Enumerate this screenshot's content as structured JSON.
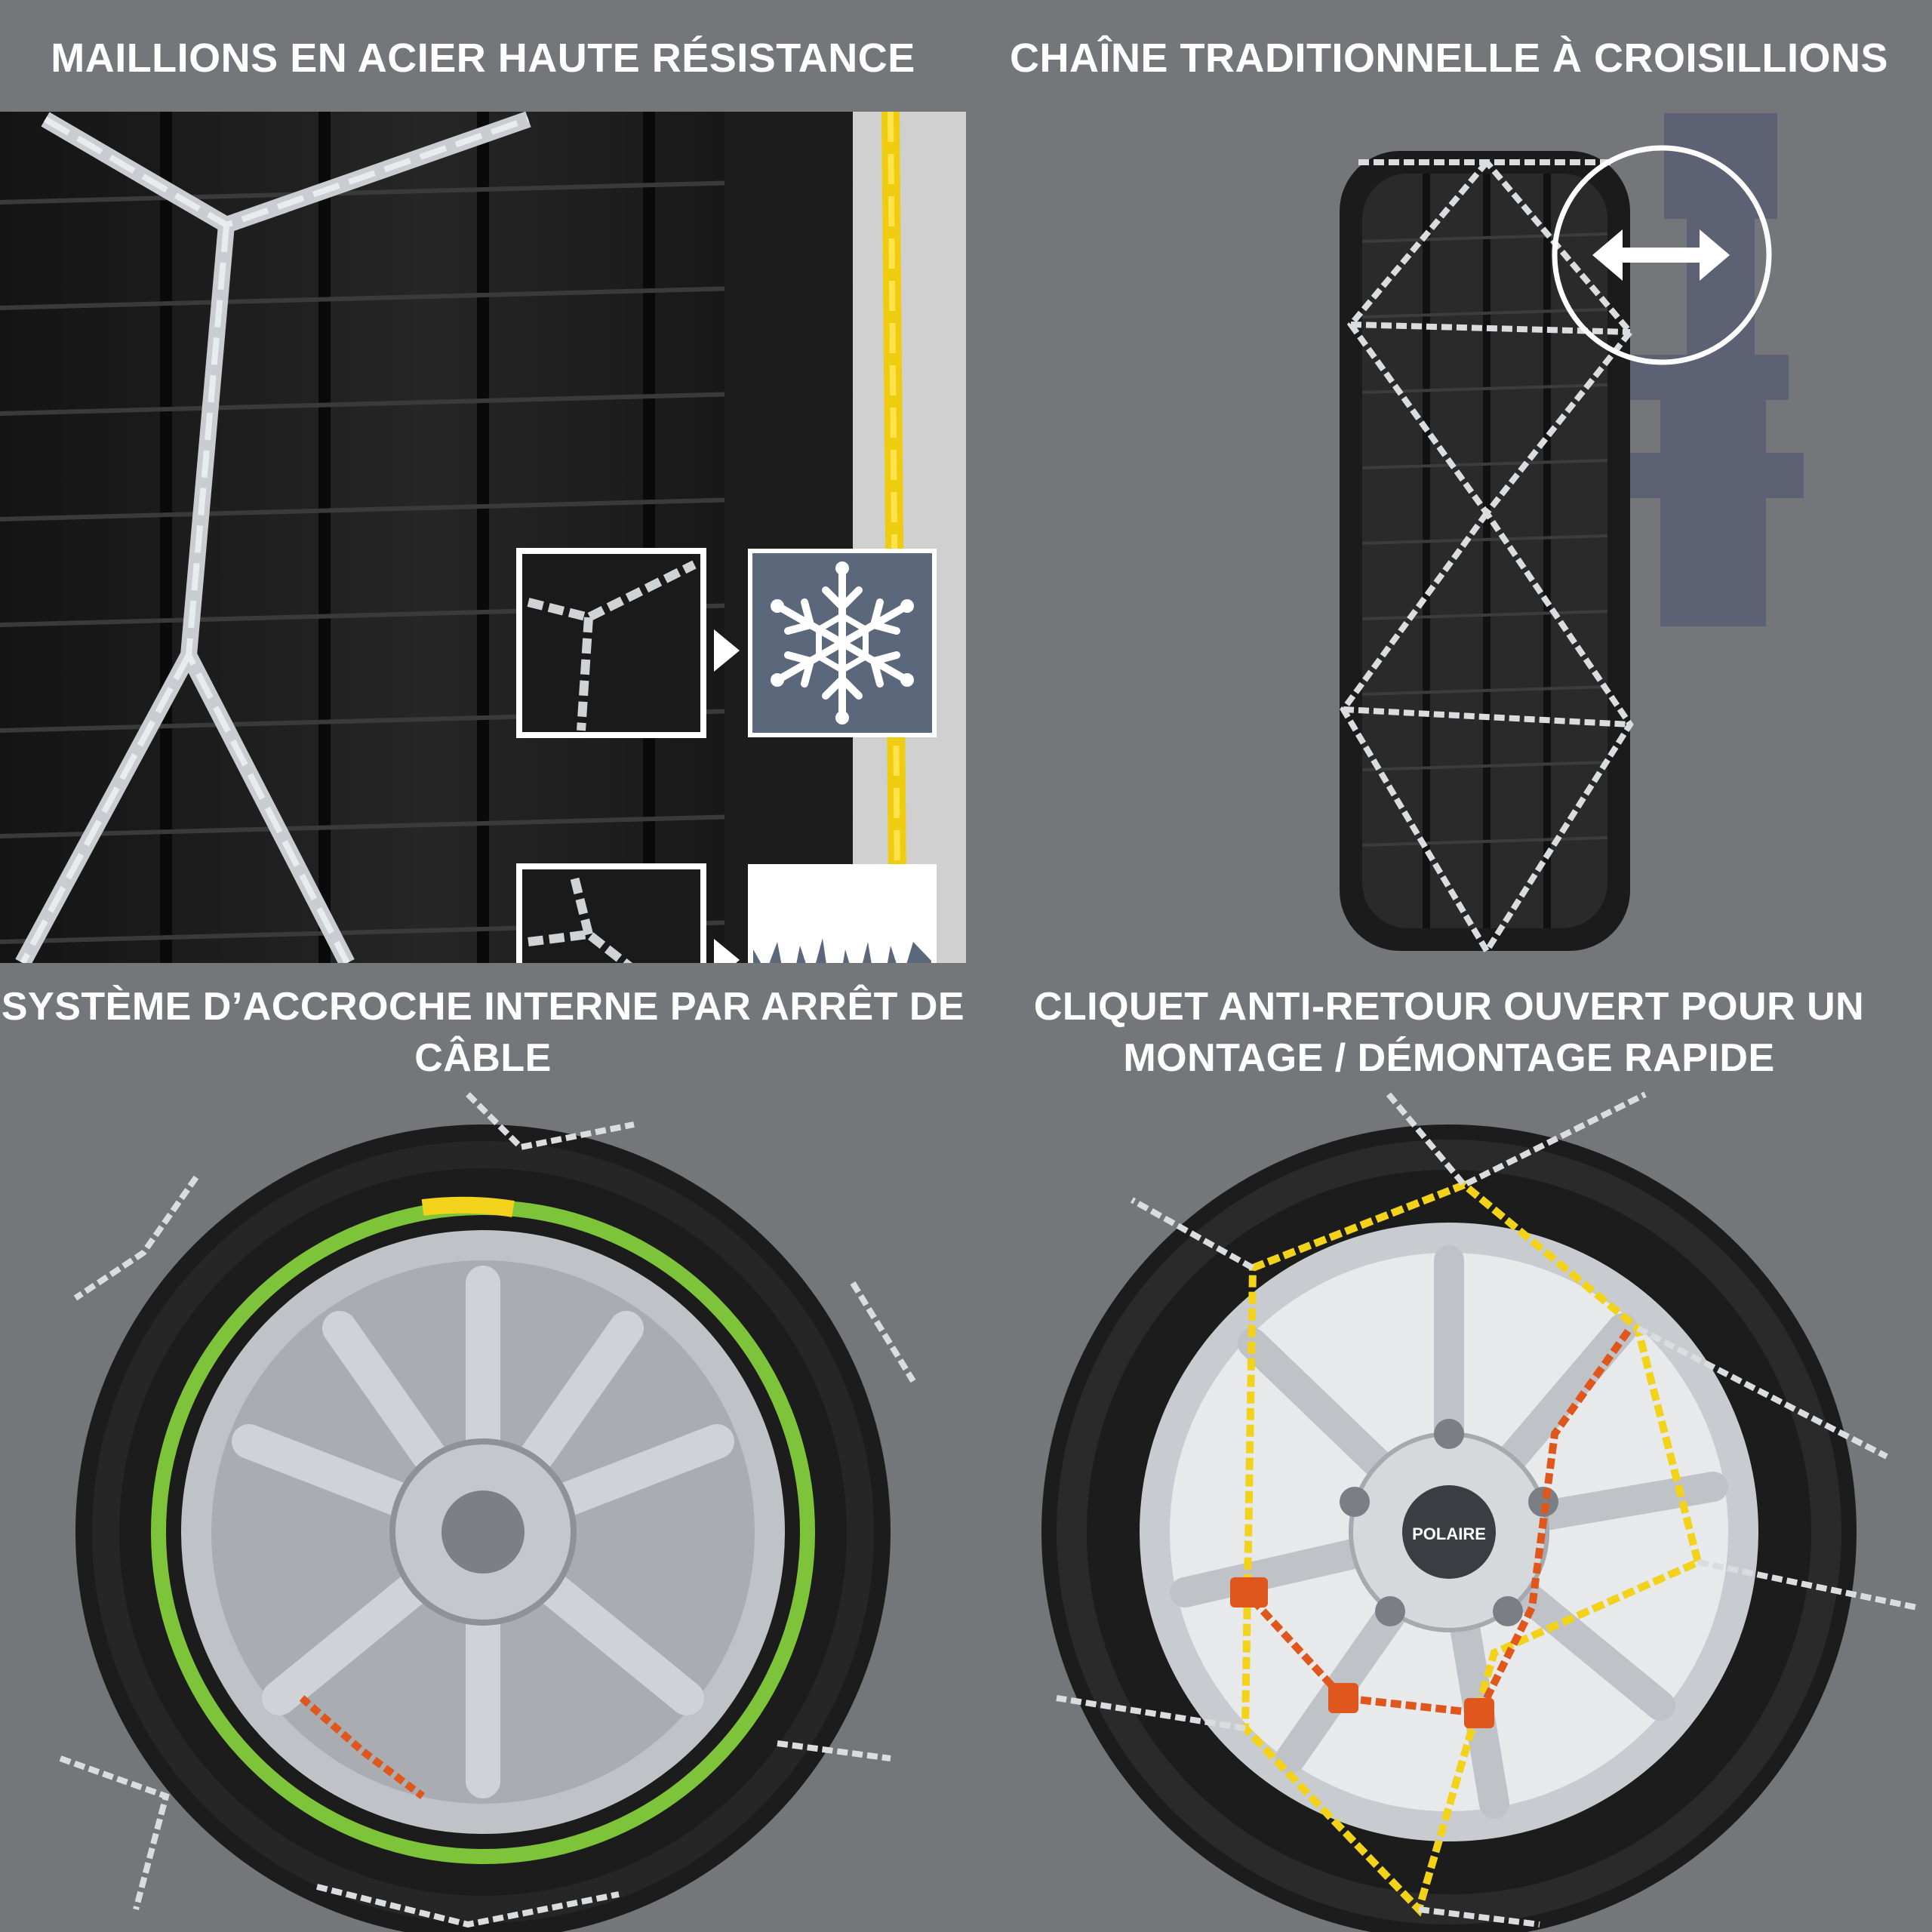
{
  "panels": [
    {
      "heading": "MAILLIONS EN ACIER HAUTE RÉSISTANCE"
    },
    {
      "heading": "CHAÎNE TRADITIONNELLE À CROISILLIONS"
    },
    {
      "heading": "SYSTÈME D’ACCROCHE INTERNE PAR ARRÊT DE CÂBLE"
    },
    {
      "heading": "CLIQUET ANTI-RETOUR OUVERT POUR UN MONTAGE / DÉMONTAGE RAPIDE"
    }
  ],
  "hub_brand": "POLAIRE",
  "icons": [
    "snowflake-icon",
    "ice-icon",
    "double-arrow-icon",
    "play-arrow-icon"
  ],
  "colors": {
    "background": "#74767a",
    "heading_text": "#ffffff",
    "icon_tile": "#5b677a",
    "chain_steel": "#d9dde0",
    "chain_yellow": "#f2d21a",
    "cable_green": "#7dc43a",
    "chain_orange": "#e0571e"
  }
}
